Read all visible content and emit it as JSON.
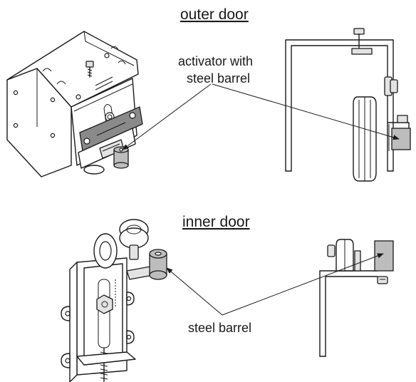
{
  "labels": {
    "outer_door": "outer door",
    "inner_door": "inner door",
    "activator_line1": "activator with",
    "activator_line2": "steel barrel",
    "steel_barrel": "steel barrel"
  },
  "colors": {
    "ink": "#1a1a1a",
    "barrel_grey": "#bdbdbd",
    "plate_shade": "#e3e3e3",
    "dark_plate": "#8a8a8a"
  }
}
